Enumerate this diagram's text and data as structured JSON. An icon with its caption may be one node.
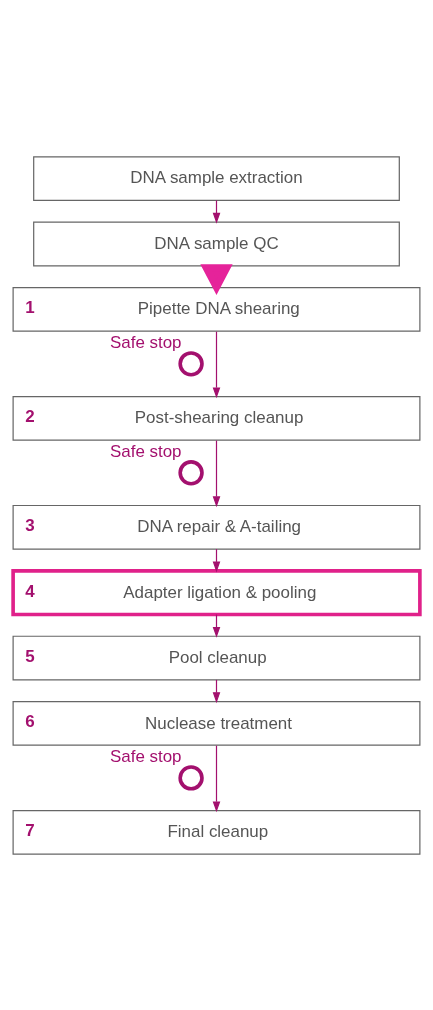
{
  "diagram": {
    "nodes": [
      {
        "text": [
          "DNA sample extraction"
        ]
      },
      {
        "text": [
          "DNA sample QC"
        ]
      },
      {
        "text": [
          "1",
          "Pipette DNA shearing"
        ]
      },
      {
        "text": [],
        "shape": "circle",
        "beside": [
          "Safe stop"
        ]
      },
      {
        "text": [
          "2",
          "Post-shearing cleanup"
        ]
      },
      {
        "text": [],
        "shape": "circle",
        "beside": [
          "Safe stop"
        ]
      },
      {
        "text": [
          "3",
          "DNA repair & A-tailing"
        ]
      },
      {
        "text": [
          "4",
          "Adapter ligation & pooling"
        ]
      },
      {
        "text": [
          "5",
          "Pool cleanup"
        ]
      },
      {
        "text": [
          "6",
          "Nuclease treatment"
        ]
      },
      {
        "text": [],
        "shape": "circle",
        "beside": [
          "Safe stop"
        ]
      },
      {
        "text": [
          "7",
          "Final cleanup"
        ]
      }
    ],
    "edges": [
      {
        "from": 0,
        "to": 1,
        "arrow": "to"
      },
      {
        "from": 1,
        "to": 2,
        "arrow": "to",
        "style": "thick",
        "color": "#e5239a"
      },
      {
        "from": 2,
        "to": 4,
        "arrow": "to"
      },
      {
        "from": 4,
        "to": 6,
        "arrow": "to"
      },
      {
        "from": 6,
        "to": 7,
        "arrow": "to"
      },
      {
        "from": 7,
        "to": 8,
        "arrow": "to"
      },
      {
        "from": 8,
        "to": 9,
        "arrow": "to"
      },
      {
        "from": 9,
        "to": 11,
        "arrow": "to"
      }
    ]
  }
}
